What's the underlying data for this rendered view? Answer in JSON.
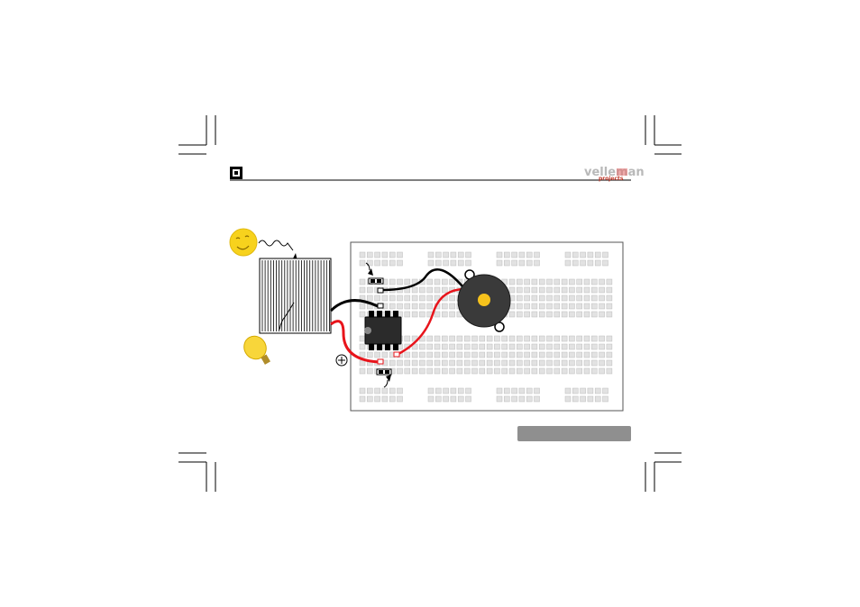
{
  "header": {
    "page_icon": "square-corner-icon",
    "brand_name": "velleman",
    "brand_sub": "projects"
  },
  "illustration": {
    "sun": "smiling-sun-icon",
    "lamp": "light-bulb-icon",
    "solar_cell": "solar-cell-panel",
    "chip": "dip-8-ic-chip",
    "buzzer": "piezo-buzzer",
    "breadboard": "breadboard",
    "plus_symbol": "plus-circle-icon",
    "colors": {
      "red_wire": "#e8141b",
      "black_wire": "#000000",
      "sun": "#f7d21d",
      "buzzer_center": "#f6c21c",
      "buzzer_body": "#3a3a3a",
      "breadboard_hole": "#d9d9d9",
      "footer_bar": "#8f8f8f"
    }
  },
  "footer": {
    "bar_label": ""
  }
}
